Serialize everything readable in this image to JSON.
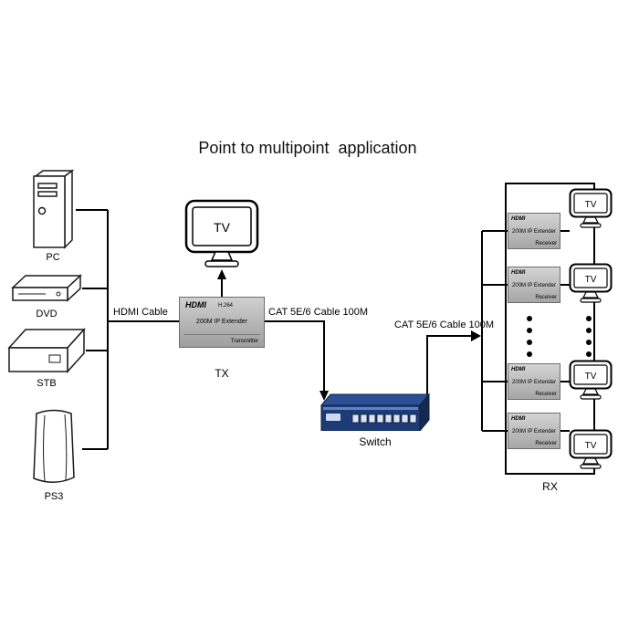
{
  "title": "Point to multipoint  application",
  "cables": {
    "hdmi": "HDMI Cable",
    "cat_tx_to_switch": "CAT 5E/6 Cable 100M",
    "cat_switch_to_rx": "CAT 5E/6 Cable 100M"
  },
  "sources": [
    {
      "label": "PC"
    },
    {
      "label": "DVD"
    },
    {
      "label": "STB"
    },
    {
      "label": "PS3"
    }
  ],
  "tx_unit": {
    "brand": "HDMI",
    "codec": "H.264",
    "model": "200M IP Extender",
    "role": "Transmitter",
    "label": "TX"
  },
  "rx_unit": {
    "brand": "HDMI",
    "model": "200M IP Extender",
    "role": "Receiver",
    "label": "RX"
  },
  "network_switch": {
    "label": "Switch"
  },
  "tv_label": "TV",
  "colors": {
    "line": "#000000",
    "extender_gray": "#b9b9b9",
    "switch_blue": "#1d3b75"
  }
}
